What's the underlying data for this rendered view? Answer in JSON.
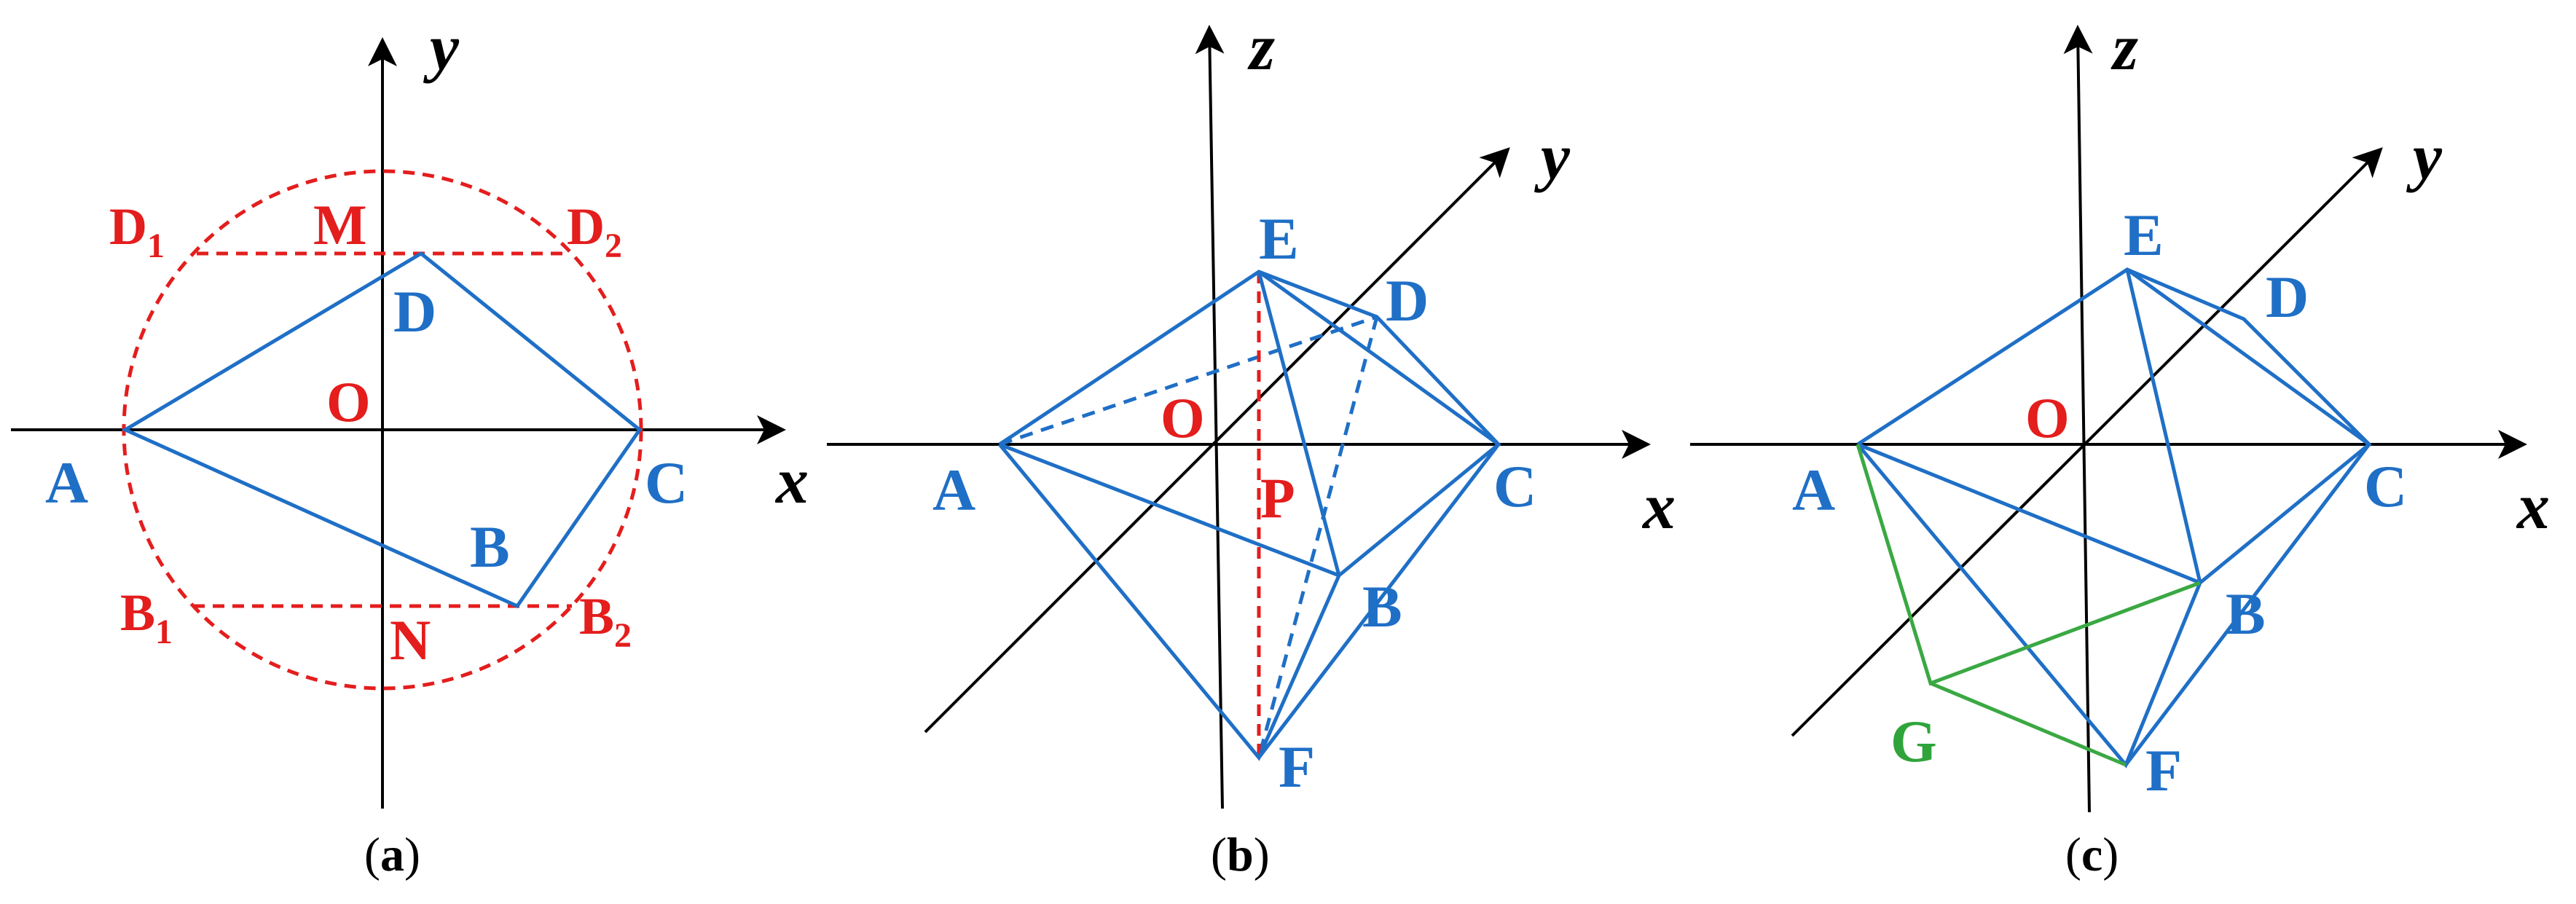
{
  "panel_a": {
    "axis_x": "x",
    "axis_y": "y",
    "points": {
      "A": "A",
      "B": "B",
      "C": "C",
      "D": "D",
      "O": "O",
      "M": "M",
      "N": "N",
      "D1": "D",
      "D1_sub": "1",
      "D2": "D",
      "D2_sub": "2",
      "B1": "B",
      "B1_sub": "1",
      "B2": "B",
      "B2_sub": "2"
    },
    "caption": {
      "open": "(",
      "letter": "a",
      "close": ")"
    }
  },
  "panel_b": {
    "axis_x": "x",
    "axis_y": "y",
    "axis_z": "z",
    "points": {
      "A": "A",
      "B": "B",
      "C": "C",
      "D": "D",
      "E": "E",
      "F": "F",
      "O": "O",
      "P": "P"
    },
    "caption": {
      "open": "(",
      "letter": "b",
      "close": ")"
    }
  },
  "panel_c": {
    "axis_x": "x",
    "axis_y": "y",
    "axis_z": "z",
    "points": {
      "A": "A",
      "B": "B",
      "C": "C",
      "D": "D",
      "E": "E",
      "F": "F",
      "G": "G",
      "O": "O"
    },
    "caption": {
      "open": "(",
      "letter": "c",
      "close": ")"
    }
  },
  "colors": {
    "blue": "#1f6fc6",
    "red": "#e41d1d",
    "green": "#3aa843",
    "axes": "#000000"
  }
}
